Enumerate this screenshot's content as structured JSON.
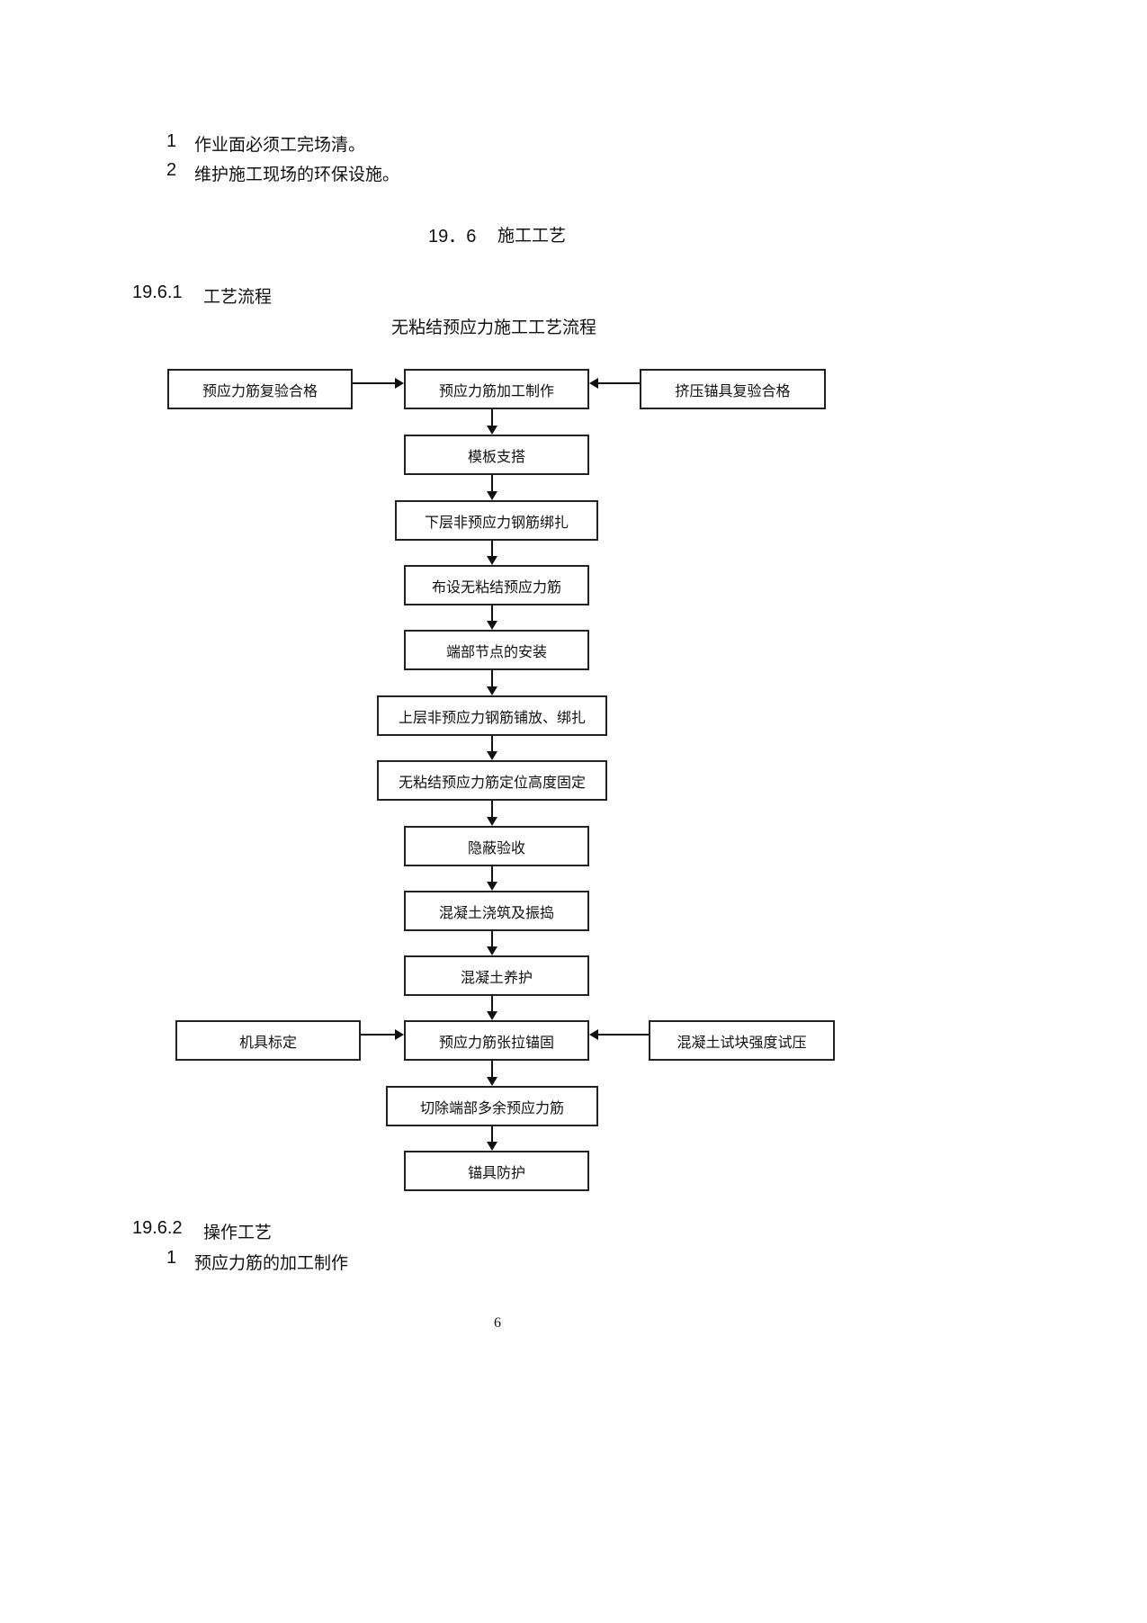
{
  "list_top": [
    {
      "num": "1",
      "text": "作业面必须工完场清。"
    },
    {
      "num": "2",
      "text": "维护施工现场的环保设施。"
    }
  ],
  "section": {
    "num": "19．6",
    "title": "施工工艺"
  },
  "subsection1": {
    "num": "19.6.1",
    "title": "工艺流程"
  },
  "flow_title": "无粘结预应力施工工艺流程",
  "flow": {
    "side_left_top": "预应力筋复验合格",
    "side_right_top": "挤压锚具复验合格",
    "steps": [
      "预应力筋加工制作",
      "模板支搭",
      "下层非预应力钢筋绑扎",
      "布设无粘结预应力筋",
      "端部节点的安装",
      "上层非预应力钢筋铺放、绑扎",
      "无粘结预应力筋定位高度固定",
      "隐蔽验收",
      "混凝土浇筑及振捣",
      "混凝土养护",
      "预应力筋张拉锚固",
      "切除端部多余预应力筋",
      "锚具防护"
    ],
    "side_left_bottom": "机具标定",
    "side_right_bottom": "混凝土试块强度试压"
  },
  "subsection2": {
    "num": "19.6.2",
    "title": "操作工艺"
  },
  "list_bottom": [
    {
      "num": "1",
      "text": "预应力筋的加工制作"
    }
  ],
  "page_number": "6"
}
